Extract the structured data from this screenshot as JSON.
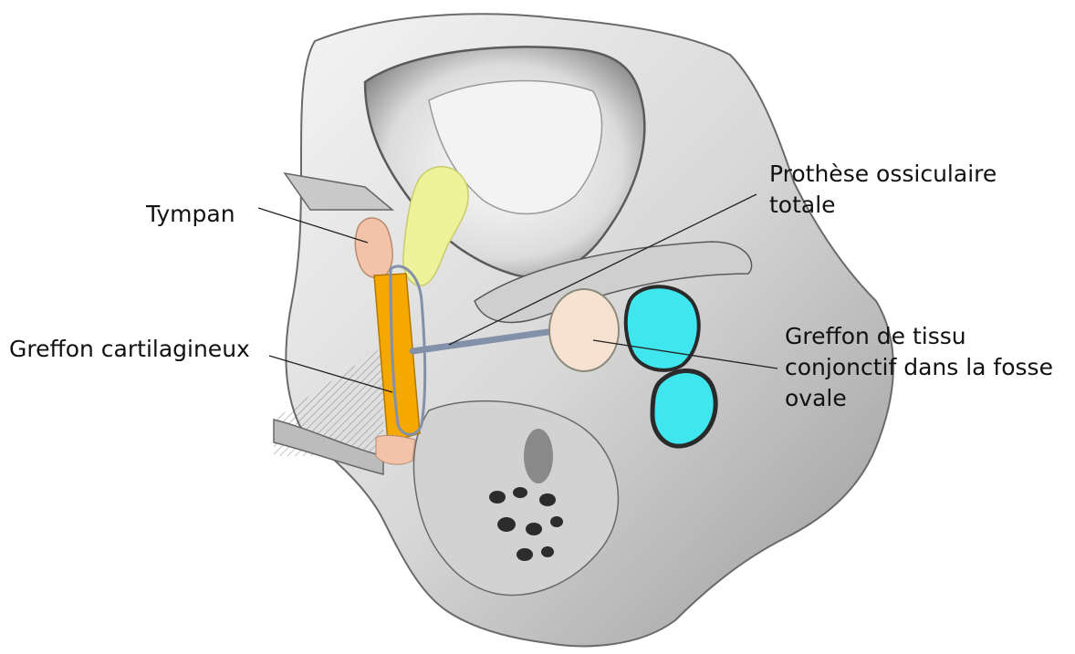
{
  "labels": {
    "tympan": "Tympan",
    "greffon_cartilagineux": "Greffon cartilagineux",
    "prothese": {
      "line1": "Prothèse ossiculaire",
      "line2": "totale"
    },
    "greffon_tissu": {
      "line1": "Greffon de tissu",
      "line2": "conjonctif dans la fosse",
      "line3": "ovale"
    }
  },
  "colors": {
    "bone_light": "#e9e9e9",
    "bone_mid": "#bdbdbd",
    "bone_dark": "#5a5a5a",
    "tympan_fill": "#f2c3a8",
    "ossicle_yellow": "#eef29a",
    "cartilage_orange": "#f5a800",
    "prosthesis_blue": "#8290aa",
    "tissue_graft": "#f7e2d2",
    "canal_cyan": "#3fe6ee",
    "leader_line": "#222222"
  }
}
